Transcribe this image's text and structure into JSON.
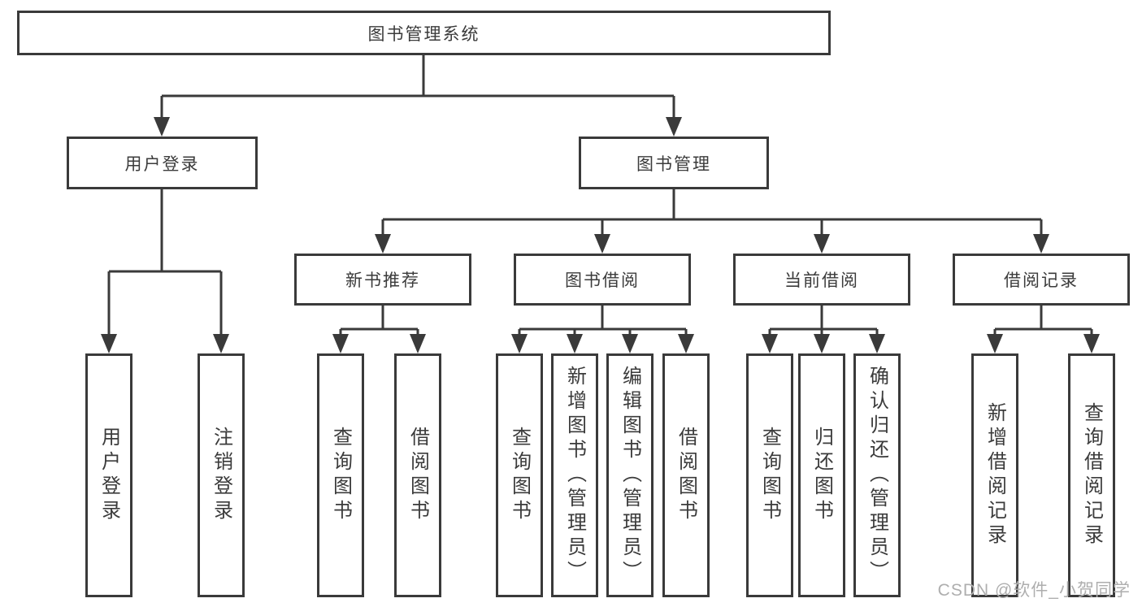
{
  "tree": {
    "label": "图书管理系统",
    "children": [
      {
        "label": "用户登录",
        "children": [
          {
            "label": "用户登录"
          },
          {
            "label": "注销登录"
          }
        ]
      },
      {
        "label": "图书管理",
        "children": [
          {
            "label": "新书推荐",
            "children": [
              {
                "label": "查询图书"
              },
              {
                "label": "借阅图书"
              }
            ]
          },
          {
            "label": "图书借阅",
            "children": [
              {
                "label": "查询图书"
              },
              {
                "label": "新增图书（管理员）"
              },
              {
                "label": "编辑图书（管理员）"
              },
              {
                "label": "借阅图书"
              }
            ]
          },
          {
            "label": "当前借阅",
            "children": [
              {
                "label": "查询图书"
              },
              {
                "label": "归还图书"
              },
              {
                "label": "确认归还（管理员）"
              }
            ]
          },
          {
            "label": "借阅记录",
            "children": [
              {
                "label": "新增借阅记录"
              },
              {
                "label": "查询借阅记录"
              }
            ]
          }
        ]
      }
    ]
  },
  "watermark": "CSDN @软件_小贺同学",
  "colors": {
    "line": "#3a3a3a",
    "box_border": "#3a3a3a",
    "text": "#3b3b3b",
    "watermark": "#aeaeae",
    "background": "#ffffff"
  }
}
